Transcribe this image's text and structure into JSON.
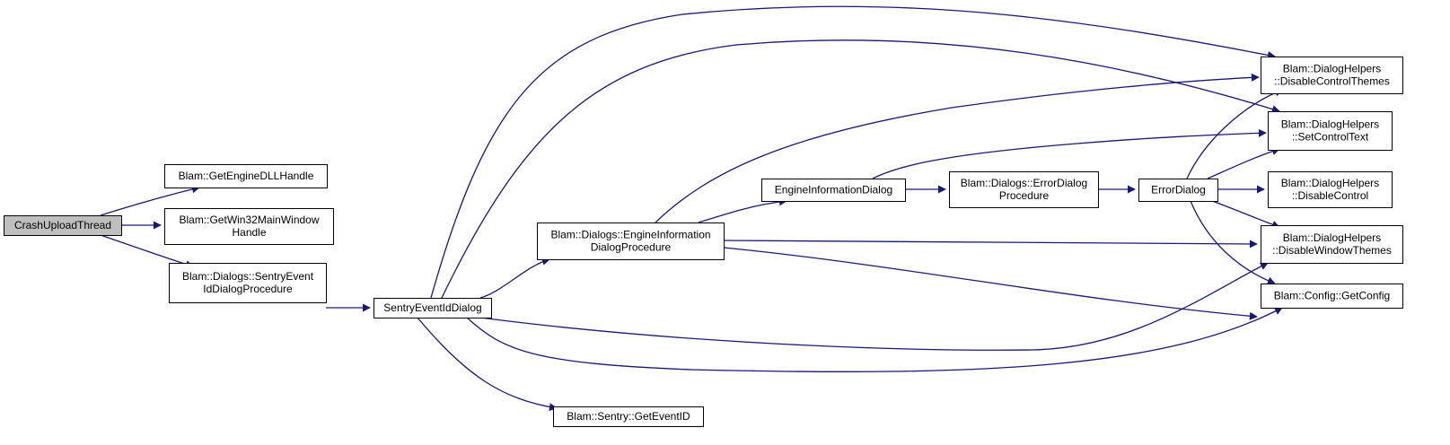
{
  "colors": {
    "edge": "#191970",
    "root_fill": "#bfbfbf",
    "node_fill": "#ffffff",
    "node_border": "#000000"
  },
  "nodes": [
    {
      "id": "crash_upload_thread",
      "lines": [
        "CrashUploadThread"
      ],
      "root": true
    },
    {
      "id": "get_engine_dll_handle",
      "lines": [
        "Blam::GetEngineDLLHandle"
      ]
    },
    {
      "id": "get_win32_main_window_handle",
      "lines": [
        "Blam::GetWin32MainWindow",
        "Handle"
      ]
    },
    {
      "id": "sentry_event_id_dialog_procedure",
      "lines": [
        "Blam::Dialogs::SentryEvent",
        "IdDialogProcedure"
      ]
    },
    {
      "id": "sentry_event_id_dialog",
      "lines": [
        "SentryEventIdDialog"
      ]
    },
    {
      "id": "engine_information_dialog_procedure",
      "lines": [
        "Blam::Dialogs::EngineInformation",
        "DialogProcedure"
      ]
    },
    {
      "id": "sentry_get_event_id",
      "lines": [
        "Blam::Sentry::GetEventID"
      ]
    },
    {
      "id": "engine_information_dialog",
      "lines": [
        "EngineInformationDialog"
      ]
    },
    {
      "id": "error_dialog_procedure",
      "lines": [
        "Blam::Dialogs::ErrorDialog",
        "Procedure"
      ]
    },
    {
      "id": "error_dialog",
      "lines": [
        "ErrorDialog"
      ]
    },
    {
      "id": "disable_control_themes",
      "lines": [
        "Blam::DialogHelpers",
        "::DisableControlThemes"
      ]
    },
    {
      "id": "set_control_text",
      "lines": [
        "Blam::DialogHelpers",
        "::SetControlText"
      ]
    },
    {
      "id": "disable_control",
      "lines": [
        "Blam::DialogHelpers",
        "::DisableControl"
      ]
    },
    {
      "id": "disable_window_themes",
      "lines": [
        "Blam::DialogHelpers",
        "::DisableWindowThemes"
      ]
    },
    {
      "id": "config_get_config",
      "lines": [
        "Blam::Config::GetConfig"
      ]
    }
  ],
  "edges": [
    {
      "from": "crash_upload_thread",
      "to": "get_engine_dll_handle"
    },
    {
      "from": "crash_upload_thread",
      "to": "get_win32_main_window_handle"
    },
    {
      "from": "crash_upload_thread",
      "to": "sentry_event_id_dialog_procedure"
    },
    {
      "from": "sentry_event_id_dialog_procedure",
      "to": "sentry_event_id_dialog"
    },
    {
      "from": "sentry_event_id_dialog",
      "to": "engine_information_dialog_procedure"
    },
    {
      "from": "sentry_event_id_dialog",
      "to": "disable_control_themes"
    },
    {
      "from": "sentry_event_id_dialog",
      "to": "set_control_text"
    },
    {
      "from": "sentry_event_id_dialog",
      "to": "disable_window_themes"
    },
    {
      "from": "sentry_event_id_dialog",
      "to": "config_get_config"
    },
    {
      "from": "sentry_event_id_dialog",
      "to": "sentry_get_event_id"
    },
    {
      "from": "engine_information_dialog_procedure",
      "to": "disable_control_themes"
    },
    {
      "from": "engine_information_dialog_procedure",
      "to": "engine_information_dialog"
    },
    {
      "from": "engine_information_dialog_procedure",
      "to": "disable_window_themes"
    },
    {
      "from": "engine_information_dialog_procedure",
      "to": "config_get_config"
    },
    {
      "from": "engine_information_dialog",
      "to": "set_control_text"
    },
    {
      "from": "engine_information_dialog",
      "to": "error_dialog_procedure"
    },
    {
      "from": "error_dialog_procedure",
      "to": "error_dialog"
    },
    {
      "from": "error_dialog",
      "to": "disable_control_themes"
    },
    {
      "from": "error_dialog",
      "to": "set_control_text"
    },
    {
      "from": "error_dialog",
      "to": "disable_control"
    },
    {
      "from": "error_dialog",
      "to": "disable_window_themes"
    },
    {
      "from": "error_dialog",
      "to": "config_get_config"
    }
  ]
}
